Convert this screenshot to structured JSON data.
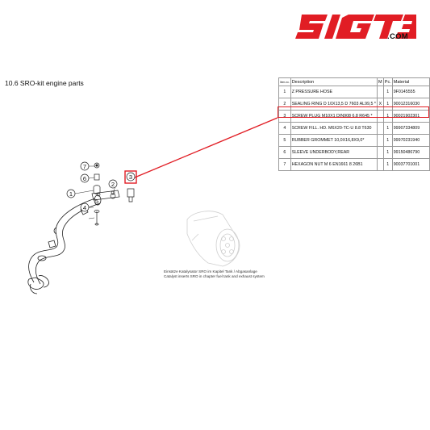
{
  "brand": {
    "logo_text": "SIGT3",
    "domain": ".COM",
    "color": "#e11d24"
  },
  "section_title": "10.6  SRO-kit engine parts",
  "diagram": {
    "callouts": [
      "7",
      "6",
      "1",
      "2",
      "3",
      "5",
      "4"
    ],
    "highlight_callout": "3",
    "caption_de": "Einsätze Katalysator SRO im Kapitel Tank / Abgasanlage",
    "caption_en": "Catalyst inserts SRO in chapter fuel tank and exhaust system"
  },
  "parts_table": {
    "headers": {
      "item": "Item-no.",
      "description": "Description",
      "m": "M",
      "pcs": "Pc.",
      "material": "Material"
    },
    "rows": [
      {
        "item": "1",
        "description": "Z PRESSURE HOSE",
        "m": "",
        "pcs": "1",
        "material": "9F0145555"
      },
      {
        "item": "2",
        "description": "SEALING RING D 10X13,5 D 7603 AL99,5 *",
        "m": "X",
        "pcs": "1",
        "material": "90012316030"
      },
      {
        "item": "3",
        "description": "SCREW PLUG M10X1 DIN908 6.8 R645 *",
        "m": "",
        "pcs": "1",
        "material": "90021902301"
      },
      {
        "item": "4",
        "description": "SCREW FILL. HD. M6X20-TC-U 8.8 T630",
        "m": "",
        "pcs": "1",
        "material": "99907334809"
      },
      {
        "item": "5",
        "description": "RUBBER GROMMET 10,0X16,8X9,0*",
        "m": "",
        "pcs": "1",
        "material": "99970231940"
      },
      {
        "item": "6",
        "description": "SLEEVE UNDERBODY,REAR",
        "m": "",
        "pcs": "1",
        "material": "99150486790"
      },
      {
        "item": "7",
        "description": "HEXAGON NUT M 6 EN1661 8 26B1",
        "m": "",
        "pcs": "1",
        "material": "90037701001"
      }
    ],
    "highlight_row": "3"
  },
  "colors": {
    "accent": "#e11d24",
    "line": "#111111",
    "table_border": "#9a9a9a"
  }
}
